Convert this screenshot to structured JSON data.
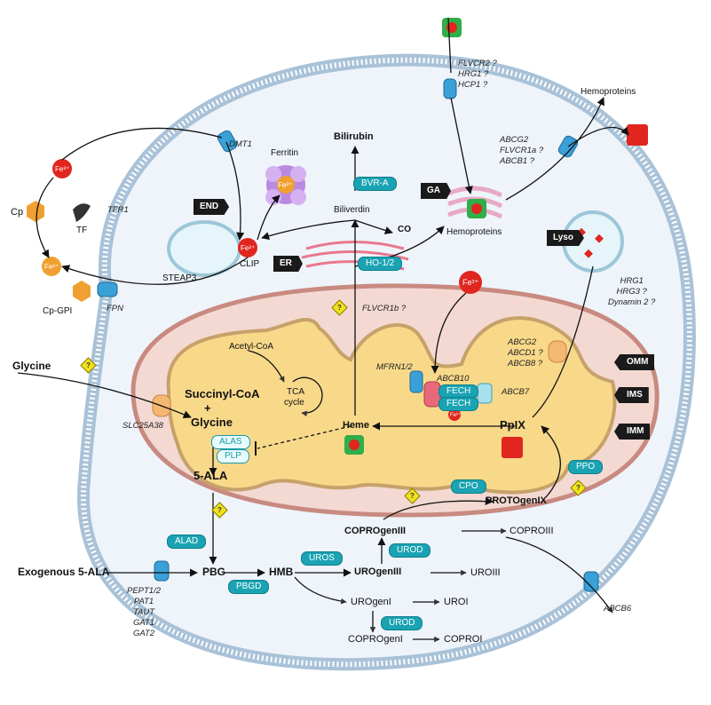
{
  "title": "",
  "iron": {
    "fe3_a": "Fe³⁺",
    "fe2_mito": "Fe²⁺",
    "fe2_b": "Fe²⁺",
    "fe2_c": "Fe²⁺",
    "fe3_ferritin": "Fe³⁺",
    "fe2_fech": "Fe²⁺"
  },
  "extracellular": {
    "cp": "Cp",
    "tf": "TF",
    "cp_gpi": "Cp-GPI"
  },
  "transporters": {
    "dmt1": "DMT1",
    "tfr1": "TFR1",
    "fpn": "FPN",
    "steap3": "STEAP3",
    "clip": "CLIP",
    "ferritin": "Ferritin",
    "flvcr2_group": [
      "FLVCR2 ?",
      "HRG1 ?",
      "HCP1 ?"
    ],
    "abcg2_group": [
      "ABCG2",
      "FLVCR1a ?",
      "ABCB1 ?"
    ],
    "flvcr1b": "FLVCR1b ?",
    "hrg_group": [
      "HRG1",
      "HRG3 ?",
      "Dynamin 2 ?"
    ],
    "mfrn": "MFRN1/2",
    "abcb10": "ABCB10",
    "abcb7": "ABCB7",
    "omm_group": [
      "ABCG2",
      "ABCD1 ?",
      "ABCB8 ?"
    ],
    "slc25a38": "SLC25A38",
    "abcb6": "ABCB6",
    "pept_group": [
      "PEPT1/2",
      "PAT1",
      "TAUT",
      "GAT1",
      "GAT2"
    ]
  },
  "organelles": {
    "end": "END",
    "er": "ER",
    "ga": "GA",
    "lyso": "Lyso",
    "omm": "OMM",
    "ims": "IMS",
    "imm": "IMM"
  },
  "metabolites": {
    "bilirubin": "Bilirubin",
    "biliverdin": "Biliverdin",
    "co": "CO",
    "hemoproteins_top": "Hemoproteins",
    "hemoproteins_ga": "Hemoproteins",
    "glycine_out": "Glycine",
    "succinyl_coa": "Succinyl-CoA",
    "plus": "+",
    "glycine_in": "Glycine",
    "acetyl_coa": "Acetyl-CoA",
    "tca": "TCA",
    "cycle": "cycle",
    "heme": "Heme",
    "ppix": "PpIX",
    "five_ala": "5-ALA",
    "protogenix": "PROTOgenIX",
    "coprogeniii": "COPROgenIII",
    "coproiii": "COPROIII",
    "exo_ala": "Exogenous 5-ALA",
    "pbg": "PBG",
    "hmb": "HMB",
    "urogeniii": "UROgenIII",
    "uroiii": "UROIII",
    "urogeni": "UROgenI",
    "uroi": "UROI",
    "coprogeni": "COPROgenI",
    "coproi": "COPROI"
  },
  "enzymes": {
    "bvra": "BVR-A",
    "ho12": "HO-1/2",
    "fech1": "FECH",
    "fech2": "FECH",
    "alas": "ALAS",
    "plp": "PLP",
    "ppo": "PPO",
    "cpo": "CPO",
    "alad": "ALAD",
    "uros": "UROS",
    "urod1": "UROD",
    "pbgd": "PBGD",
    "urod2": "UROD"
  },
  "question_mark": "?"
}
